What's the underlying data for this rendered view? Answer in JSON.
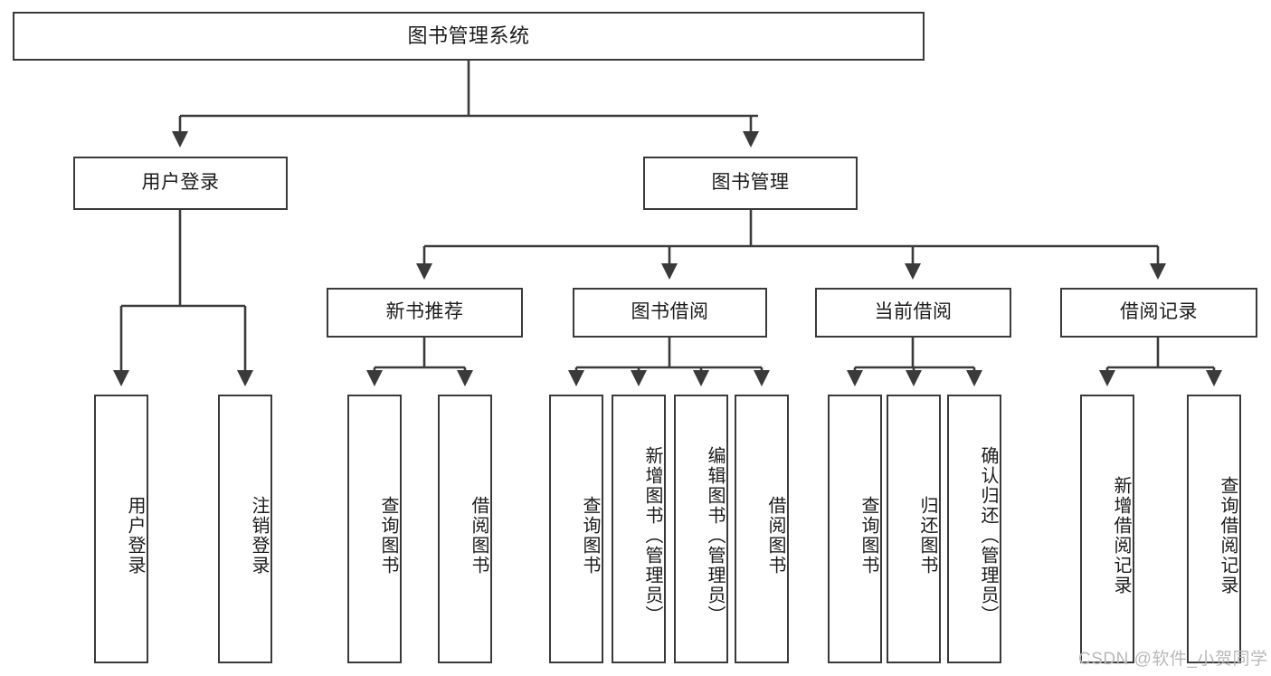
{
  "diagram": {
    "type": "tree-hierarchy",
    "title": "图书管理系统",
    "orientation": "top-down",
    "line_color": "#3a3a3a",
    "box_fill": "#ffffff",
    "text_color": "#1b1b1b"
  },
  "nodes": {
    "root": {
      "label": "图书管理系统",
      "level": 1
    },
    "user_login": {
      "label": "用户登录",
      "level": 2
    },
    "book_manage": {
      "label": "图书管理",
      "level": 2
    },
    "new_book_rec": {
      "label": "新书推荐",
      "level": 3
    },
    "book_borrow": {
      "label": "图书借阅",
      "level": 3
    },
    "current_borrow": {
      "label": "当前借阅",
      "level": 3
    },
    "borrow_record": {
      "label": "借阅记录",
      "level": 3
    },
    "leaf_user_login": {
      "label": "用户登录",
      "level": 3,
      "parent": "用户登录"
    },
    "leaf_logout": {
      "label": "注销登录",
      "level": 3,
      "parent": "用户登录"
    },
    "leaf_query_book_1": {
      "label": "查询图书",
      "level": 4,
      "parent": "新书推荐"
    },
    "leaf_borrow_book_1": {
      "label": "借阅图书",
      "level": 4,
      "parent": "新书推荐"
    },
    "leaf_query_book_2": {
      "label": "查询图书",
      "level": 4,
      "parent": "图书借阅"
    },
    "leaf_add_book": {
      "label": "新增图书（管理员）",
      "level": 4,
      "parent": "图书借阅"
    },
    "leaf_edit_book": {
      "label": "编辑图书（管理员）",
      "level": 4,
      "parent": "图书借阅"
    },
    "leaf_borrow_book_2": {
      "label": "借阅图书",
      "level": 4,
      "parent": "图书借阅"
    },
    "leaf_query_book_3": {
      "label": "查询图书",
      "level": 4,
      "parent": "当前借阅"
    },
    "leaf_return_book": {
      "label": "归还图书",
      "level": 4,
      "parent": "当前借阅"
    },
    "leaf_confirm_return": {
      "label": "确认归还（管理员）",
      "level": 4,
      "parent": "当前借阅"
    },
    "leaf_add_record": {
      "label": "新增借阅记录",
      "level": 4,
      "parent": "借阅记录"
    },
    "leaf_query_record": {
      "label": "查询借阅记录",
      "level": 4,
      "parent": "借阅记录"
    }
  },
  "watermark": {
    "text": "CSDN @软件_小贺同学"
  }
}
